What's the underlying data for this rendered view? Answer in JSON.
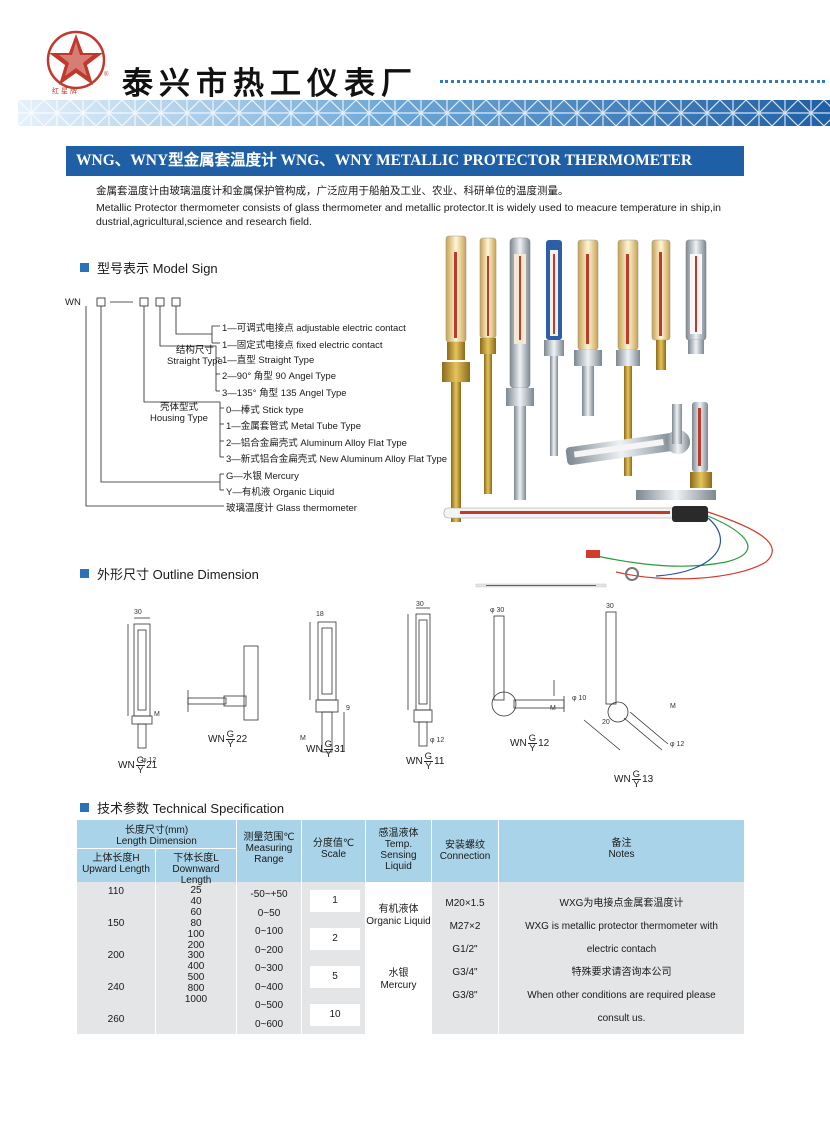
{
  "header": {
    "logo_text": "红星牌",
    "company_name": "泰兴市热工仪表厂",
    "colors": {
      "primary_blue": "#1f5fa6",
      "accent_red": "#c0392b",
      "table_header": "#a9d3e8",
      "table_body": "#e3e5e6"
    }
  },
  "title": "WNG、WNY型金属套温度计 WNG、WNY METALLIC PROTECTOR THERMOMETER",
  "intro": {
    "zh": "金属套温度计由玻璃温度计和金属保护管构成，广泛应用于船舶及工业、农业、科研单位的温度测量。",
    "en": "Metallic Protector thermometer consists of glass thermometer and metallic protector.It is widely used to meacure temperature in ship,in dustrial,agricultural,science and research field."
  },
  "model_sign": {
    "heading": "型号表示 Model Sign",
    "prefix": "WN",
    "groups": {
      "structure": [
        "结构尺寸",
        "Straight Type"
      ],
      "housing": [
        "壳体型式",
        "Housing Type"
      ]
    },
    "lines": [
      "1—可调式电接点 adjustable electric contact",
      "1—固定式电接点 fixed electric contact",
      "1—直型 Straight Type",
      "2—90° 角型 90 Angel Type",
      "3—135° 角型 135 Angel Type",
      "0—棒式 Stick type",
      "1—金属套管式 Metal Tube Type",
      "2—铝合金扁壳式 Aluminum Alloy Flat Type",
      "3—新式铝合金扁壳式 New Aluminum Alloy Flat Type",
      "G—水银 Mercury",
      "Y—有机液 Organic Liquid",
      "玻璃温度计 Glass thermometer"
    ]
  },
  "outline": {
    "heading": "外形尺寸 Outline Dimension",
    "labels": [
      {
        "prefix": "WN",
        "num": "G",
        "den": "Y",
        "suffix": "21"
      },
      {
        "prefix": "WN",
        "num": "G",
        "den": "Y",
        "suffix": "22"
      },
      {
        "prefix": "WN",
        "num": "G",
        "den": "Y",
        "suffix": "31"
      },
      {
        "prefix": "WN",
        "num": "G",
        "den": "Y",
        "suffix": "11"
      },
      {
        "prefix": "WN",
        "num": "G",
        "den": "Y",
        "suffix": "12"
      },
      {
        "prefix": "WN",
        "num": "G",
        "den": "Y",
        "suffix": "13"
      }
    ],
    "dims": [
      "30",
      "M",
      "18",
      "30",
      "9",
      "M",
      "φ 12",
      "φ 30",
      "φ 12",
      "M",
      "φ 10",
      "φ 12",
      "M",
      "20",
      "30"
    ]
  },
  "spec": {
    "heading": "技术参数 Technical Specification",
    "headers": {
      "length_zh": "长度尺寸(mm)",
      "length_en": "Length Dimension",
      "upper_zh": "上体长度H",
      "upper_en": "Upward Length",
      "lower_zh": "下体长度L",
      "lower_en": "Downward Length",
      "range": [
        "测量范围℃",
        "Measuring",
        "Range"
      ],
      "scale": [
        "分度值℃",
        "Scale"
      ],
      "liquid": [
        "感温液体",
        "Temp.",
        "Sensing",
        "Liquid"
      ],
      "connection": [
        "安装螺纹",
        "Connection"
      ],
      "notes": [
        "备注",
        "Notes"
      ]
    },
    "upper": [
      "110",
      "150",
      "200",
      "240",
      "260"
    ],
    "lower": [
      "25",
      "40",
      "60",
      "80",
      "100",
      "200",
      "300",
      "400",
      "500",
      "800",
      "1000"
    ],
    "ranges": [
      "-50~+50",
      "0~50",
      "0~100",
      "0~200",
      "0~300",
      "0~400",
      "0~500",
      "0~600"
    ],
    "scales": [
      "1",
      "2",
      "5",
      "10"
    ],
    "liquids": [
      "有机液体",
      "Organic Liquid",
      "水银",
      "Mercury"
    ],
    "connections": [
      "M20×1.5",
      "M27×2",
      "G1/2\"",
      "G3/4\"",
      "G3/8\""
    ],
    "notes": [
      "WXG为电接点金属套温度计",
      "WXG is metallic protector thermometer with",
      "electric contach",
      "特殊要求请咨询本公司",
      "When other conditions are required please",
      "consult us."
    ]
  }
}
